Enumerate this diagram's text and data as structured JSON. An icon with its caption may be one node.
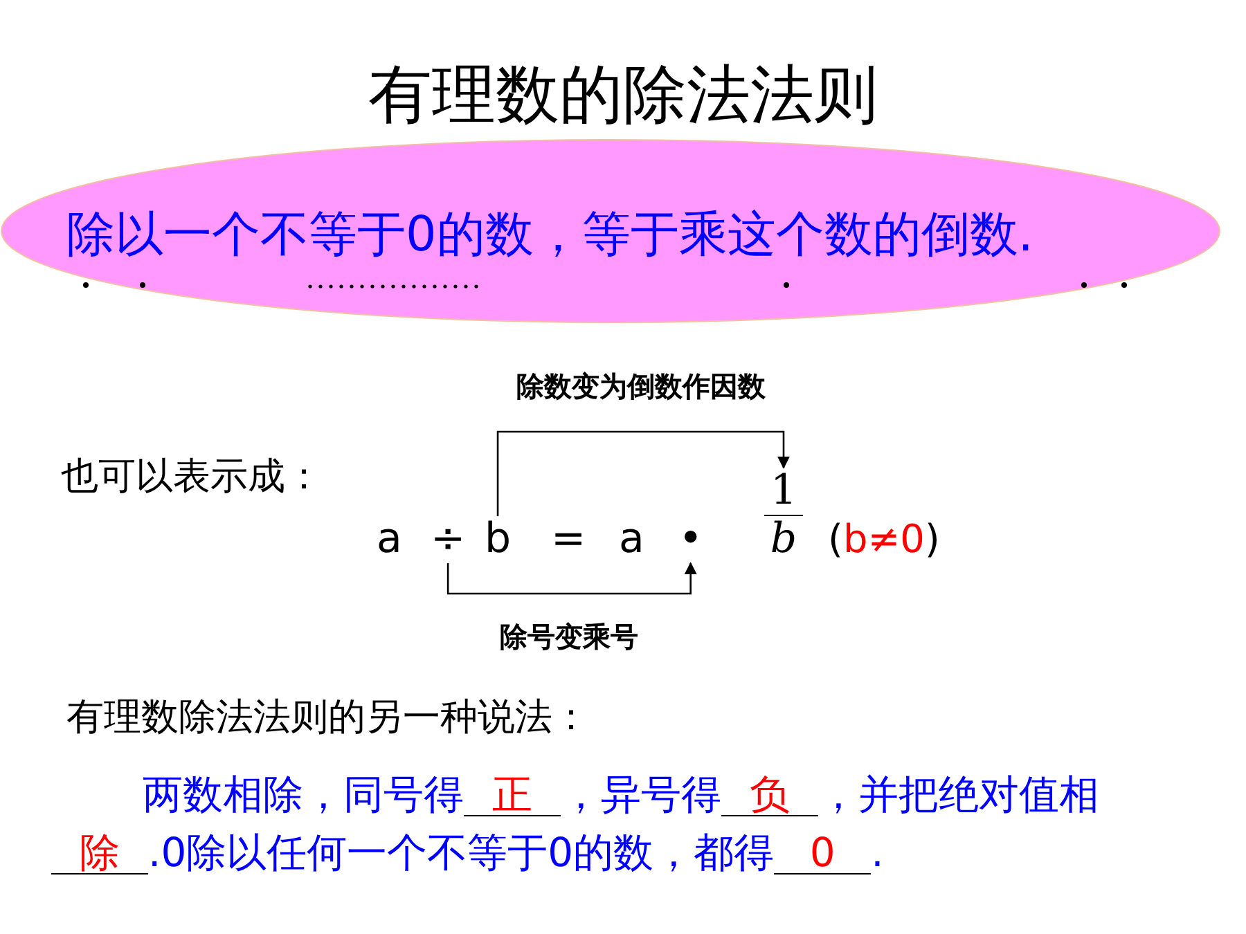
{
  "diagram": {
    "title": "有理数的除法法则",
    "nodes": [
      {
        "text": [
          "除以一个不等于0的数，等于乘这个数的倒数."
        ]
      },
      {
        "text": [
          "a"
        ]
      },
      {
        "text": [
          "÷"
        ]
      },
      {
        "text": [
          "b"
        ]
      },
      {
        "text": [
          "="
        ]
      },
      {
        "text": [
          "a"
        ]
      },
      {
        "text": [
          "•"
        ]
      },
      {
        "text": [
          "1",
          "b"
        ]
      }
    ],
    "edges": [
      {
        "from": 3,
        "to": 7,
        "arrow": "to",
        "label": "除数变为倒数作因数"
      },
      {
        "from": 2,
        "to": 6,
        "arrow": "to",
        "label": "除号变乘号"
      }
    ],
    "labels": [
      "也可以表示成：",
      "(b≠0)",
      "有理数除法法则的另一种说法：",
      "两数相除，同号得",
      "正",
      "，异号得",
      "负",
      "，并把绝对值相",
      "除",
      ".0除以任何一个不等于0的数，都得",
      "0",
      "."
    ]
  }
}
